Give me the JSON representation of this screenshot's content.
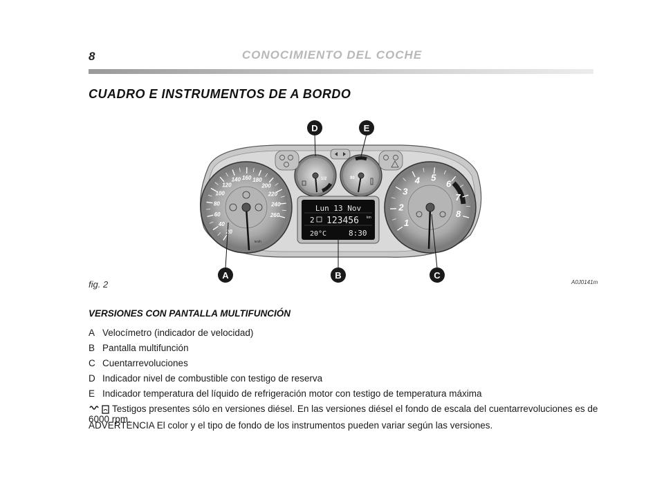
{
  "header": {
    "page_number": "8",
    "running_head": "CONOCIMIENTO DEL COCHE"
  },
  "section_title": "CUADRO E INSTRUMENTOS DE A BORDO",
  "figure": {
    "caption": "fig. 2",
    "code": "A0J0141m",
    "callouts": [
      "A",
      "B",
      "C",
      "D",
      "E"
    ],
    "display": {
      "date": "Lun 13 Nov",
      "odometer_prefix": "2",
      "odometer": "123456",
      "odometer_unit": "km",
      "temperature": "20°C",
      "time": "8:30"
    },
    "speedometer_labels": [
      "20",
      "40",
      "60",
      "80",
      "100",
      "120",
      "140",
      "160",
      "180",
      "200",
      "220",
      "240",
      "260"
    ],
    "speed_unit": "km/h",
    "tacho_labels": [
      "1",
      "2",
      "3",
      "4",
      "5",
      "6",
      "7",
      "8"
    ],
    "fuel_label": "1/2",
    "temp_label": "90"
  },
  "subsection_title": "VERSIONES CON PANTALLA MULTIFUNCIÓN",
  "items": [
    {
      "letter": "A",
      "text": "Velocímetro (indicador de velocidad)"
    },
    {
      "letter": "B",
      "text": "Pantalla multifunción"
    },
    {
      "letter": "C",
      "text": "Cuentarrevoluciones"
    },
    {
      "letter": "D",
      "text": "Indicador nivel de combustible con testigo de reserva"
    },
    {
      "letter": "E",
      "text": "Indicador temperatura del líquido de refrigeración motor con testigo de temperatura máxima"
    }
  ],
  "note_diesel": "Testigos presentes sólo en versiones diésel. En las versiones diésel el fondo de escala del cuentarrevoluciones es de 6000 rpm.",
  "note_warning": "ADVERTENCIA El color y el tipo de fondo de los instrumentos pueden variar según las versiones."
}
